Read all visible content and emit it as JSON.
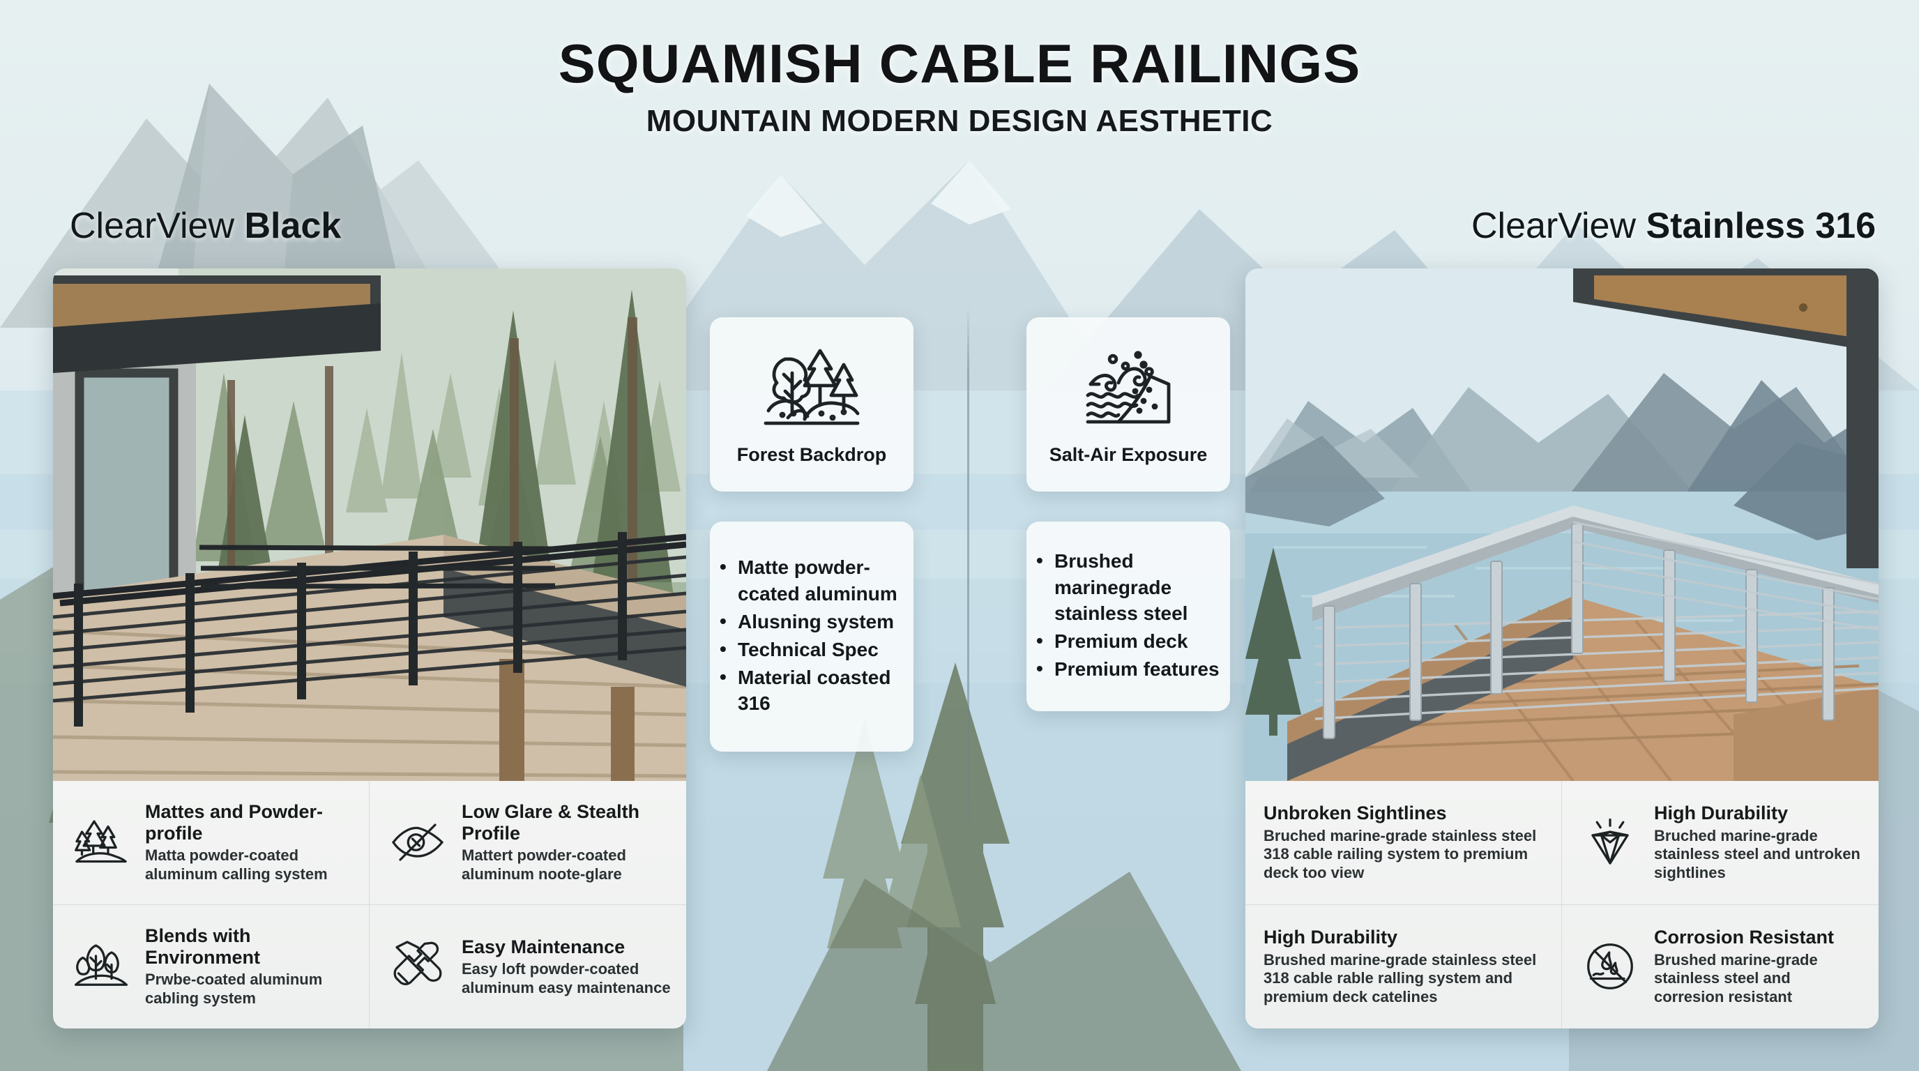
{
  "header": {
    "title": "SQUAMISH CABLE RAILINGS",
    "subtitle": "MOUNTAIN MODERN DESIGN AESTHETIC"
  },
  "columns": {
    "left": {
      "brand": "ClearView ",
      "variant": "Black"
    },
    "right": {
      "brand": "ClearView ",
      "variant": "Stainless 316"
    }
  },
  "center": {
    "cards": [
      {
        "icon": "forest-trees-path-icon",
        "label": "Forest Backdrop"
      },
      {
        "icon": "ocean-wave-salt-air-icon",
        "label": "Salt-Air Exposure"
      }
    ],
    "lists": [
      {
        "name": "black-spec-list",
        "items": [
          "Matte powder-ccated aluminum",
          "Alusning system",
          "Technical Spec",
          "Material coasted 316"
        ]
      },
      {
        "name": "stainless-spec-list",
        "items": [
          "Brushed marinegrade stainless steel",
          "Premium deck",
          "Premium features"
        ]
      }
    ]
  },
  "panels": {
    "left": {
      "scene": "black-cable-railing-deck-forest",
      "features": [
        {
          "icon": "three-pine-trees-icon",
          "title": "Mattes and Powder-profile",
          "desc": "Matta powder-coated aluminum calling system"
        },
        {
          "icon": "eye-off-icon",
          "title": "Low Glare & Stealth Profile",
          "desc": "Mattert powder-coated aluminum noote-glare"
        },
        {
          "icon": "trees-hill-icon",
          "title": "Blends with Environment",
          "desc": "Prwbe-coated aluminum cabling system"
        },
        {
          "icon": "wrench-screwdriver-icon",
          "title": "Easy Maintenance",
          "desc": "Easy loft powder-coated aluminum easy maintenance"
        }
      ]
    },
    "right": {
      "scene": "stainless-cable-railing-deck-lake",
      "features": [
        {
          "icon": "",
          "title": "Unbroken Sightlines",
          "desc": "Bruched marine-grade stainless steel 318 cable railing system to premium deck too view"
        },
        {
          "icon": "diamond-icon",
          "title": "High Durability",
          "desc": "Bruched marine-grade stainless steel and untroken sightlines"
        },
        {
          "icon": "",
          "title": "High Durability",
          "desc": "Brushed marine-grade stainless steel 318 cable rable ralling system and premium deck catelines"
        },
        {
          "icon": "no-water-droplet-icon",
          "title": "Corrosion Resistant",
          "desc": "Brushed marine-grade stainless steel and corresion resistant"
        }
      ]
    }
  },
  "colors": {
    "sky": "#e3eef0",
    "water": "#bdd7e2",
    "forest_green": "#6f7f68",
    "mountain_grey": "#a8b6bb",
    "card_bg": "#f6fafb",
    "text": "#14181a"
  }
}
